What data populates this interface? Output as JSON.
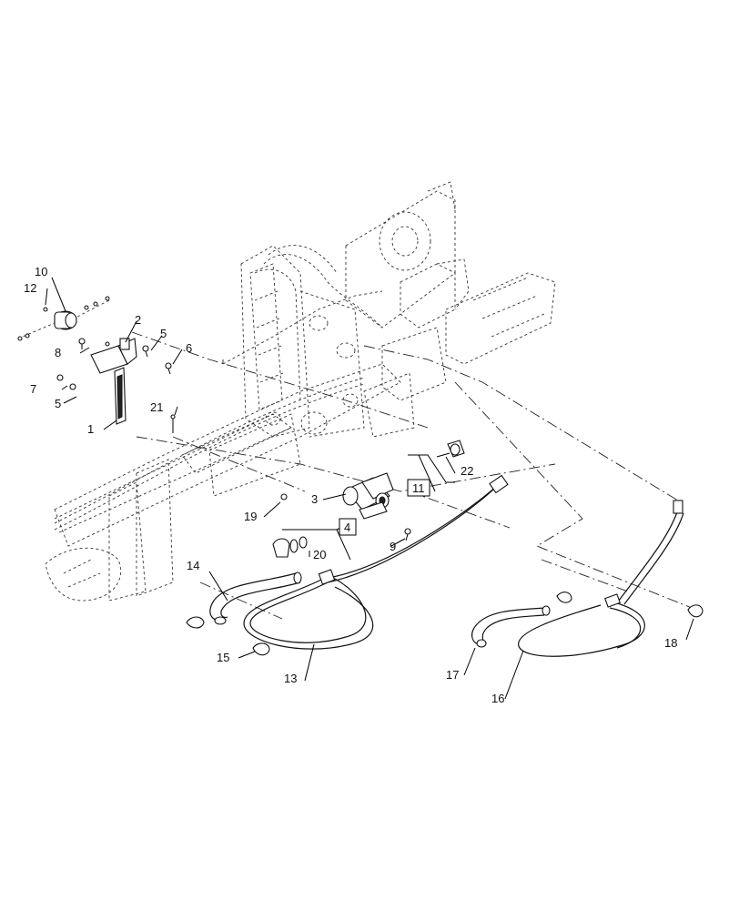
{
  "callouts": [
    {
      "id": "c1",
      "label": "1"
    },
    {
      "id": "c2",
      "label": "2"
    },
    {
      "id": "c3",
      "label": "3"
    },
    {
      "id": "c4",
      "label": "4",
      "boxed": true
    },
    {
      "id": "c5a",
      "label": "5"
    },
    {
      "id": "c5b",
      "label": "5"
    },
    {
      "id": "c6",
      "label": "6"
    },
    {
      "id": "c7",
      "label": "7"
    },
    {
      "id": "c8",
      "label": "8"
    },
    {
      "id": "c9",
      "label": "9"
    },
    {
      "id": "c10",
      "label": "10"
    },
    {
      "id": "c11",
      "label": "11",
      "boxed": true
    },
    {
      "id": "c12",
      "label": "12"
    },
    {
      "id": "c13",
      "label": "13"
    },
    {
      "id": "c14",
      "label": "14"
    },
    {
      "id": "c15",
      "label": "15"
    },
    {
      "id": "c16",
      "label": "16"
    },
    {
      "id": "c17",
      "label": "17"
    },
    {
      "id": "c18",
      "label": "18"
    },
    {
      "id": "c19",
      "label": "19"
    },
    {
      "id": "c20",
      "label": "20"
    },
    {
      "id": "c21",
      "label": "21"
    },
    {
      "id": "c22",
      "label": "22"
    }
  ],
  "colors": {
    "line": "#111111",
    "background": "#ffffff"
  }
}
